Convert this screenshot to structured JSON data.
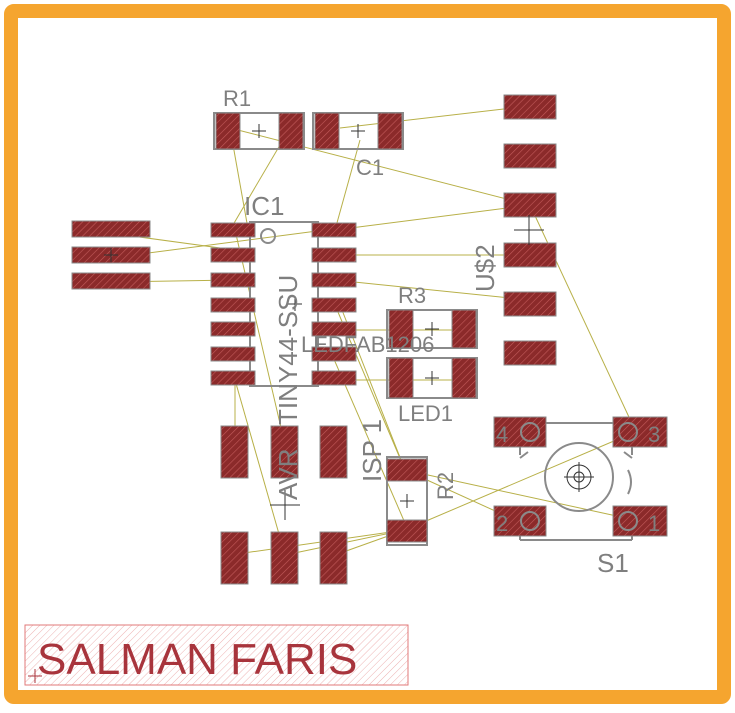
{
  "colors": {
    "frame": "#f5a52f",
    "board": "#ffffff",
    "pad_fill": "#8b2a2a",
    "pad_hatch": "#c25a5a",
    "outline": "#8a8a8a",
    "airwire": "#b8b048",
    "label": "#7f7f7f",
    "name_text": "#a8343c"
  },
  "labels": {
    "r1": "R1",
    "c1": "C1",
    "ic1": "IC1",
    "ic1_value": "TINY44-SSU",
    "usb": "U$2",
    "r3": "R3",
    "led_value": "LEDFAB1206",
    "led1": "LED1",
    "isp": "ISP 1",
    "avr": "AVR",
    "r2": "R2",
    "s1": "S1",
    "s1_pin4": "4",
    "s1_pin3": "3",
    "s1_pin2": "2",
    "s1_pin1": "1",
    "name": "SALMAN FARIS"
  }
}
